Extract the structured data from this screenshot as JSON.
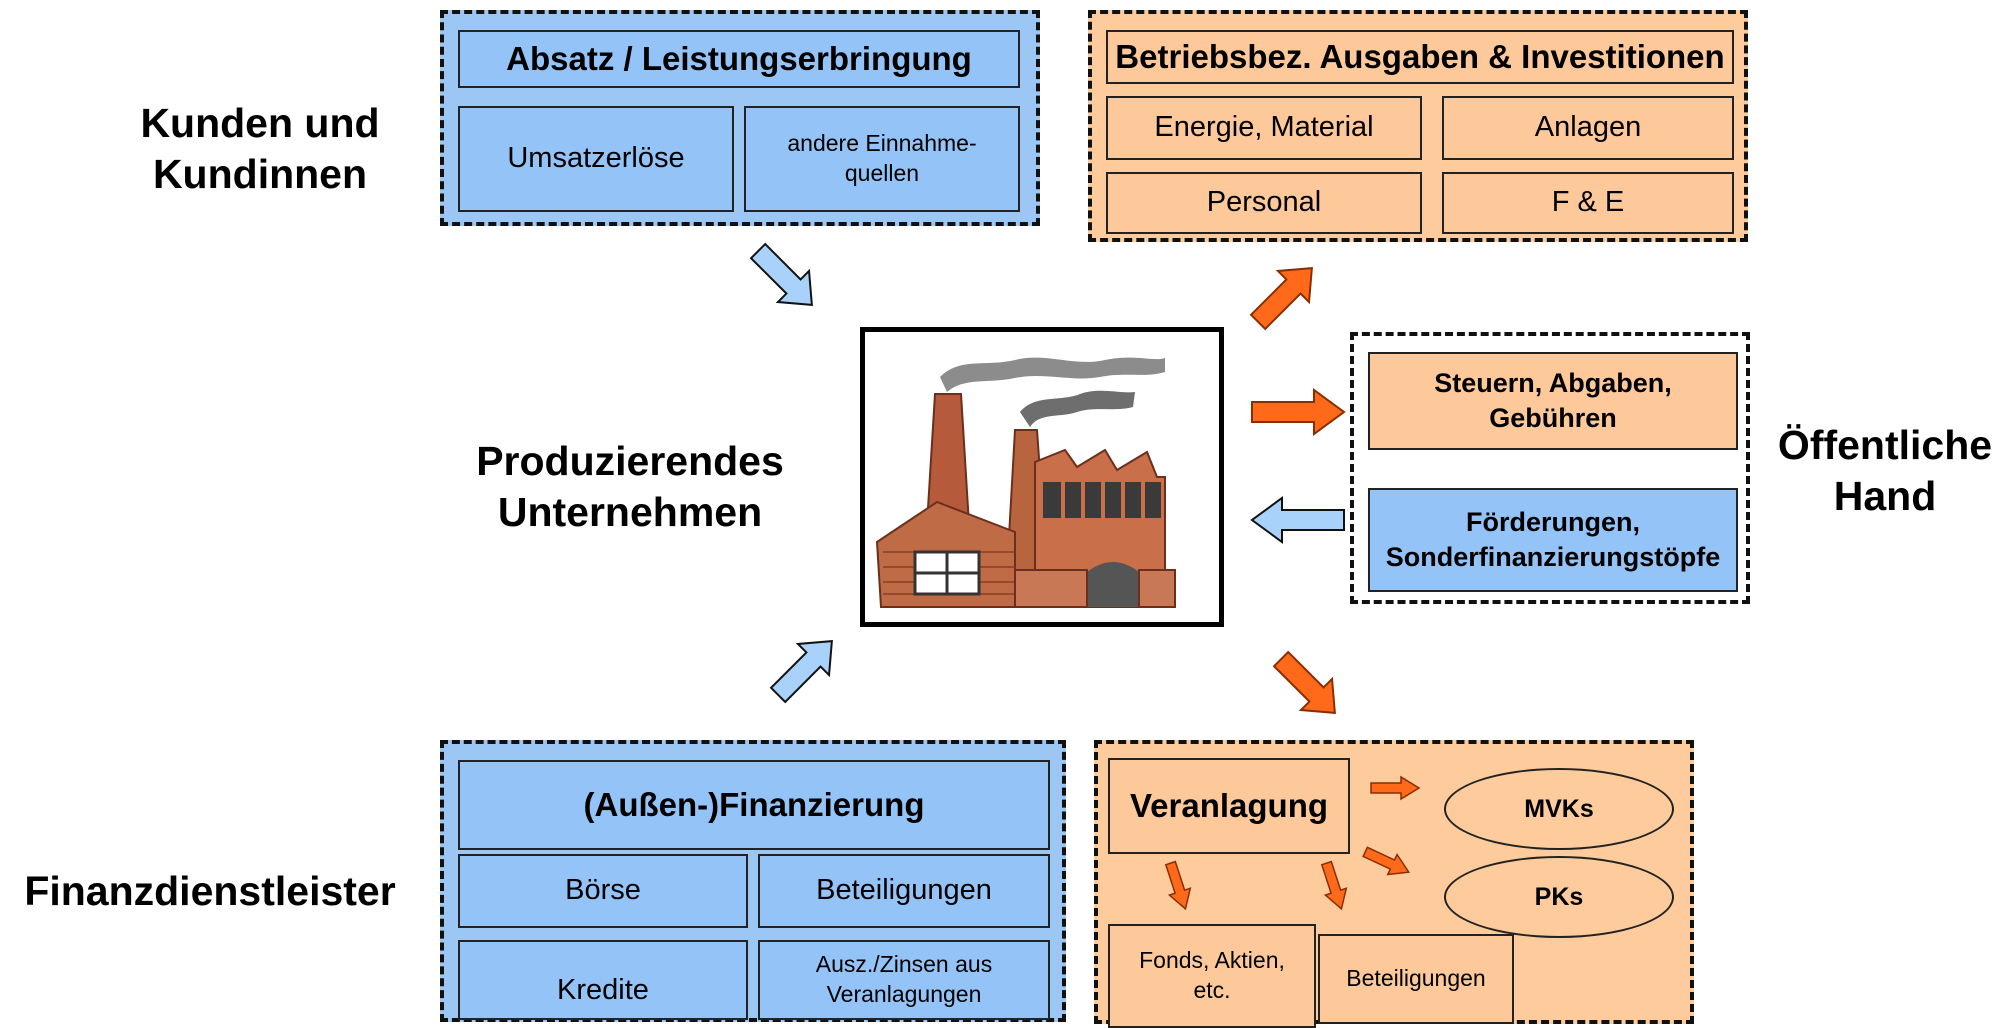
{
  "colors": {
    "blue_fill": "#9cc7f5",
    "orange_fill": "#fdcb9c",
    "arrow_blue": "#a9d2fb",
    "arrow_orange": "#ff6a1a"
  },
  "labels": {
    "kunden": "Kunden und\nKundinnen",
    "unternehmen": "Produzierendes\nUnternehmen",
    "oeffentliche": "Öffentliche\nHand",
    "finanz": "Finanzdienstleister"
  },
  "absatz": {
    "title": "Absatz / Leistungserbringung",
    "umsatz": "Umsatzerlöse",
    "andere": "andere Einnahme-\nquellen"
  },
  "ausgaben": {
    "title": "Betriebsbez. Ausgaben & Investitionen",
    "energie": "Energie, Material",
    "anlagen": "Anlagen",
    "personal": "Personal",
    "fue": "F & E"
  },
  "oeffentlich": {
    "steuern": "Steuern, Abgaben,\nGebühren",
    "foerderungen": "Förderungen,\nSonderfinanzierungstöpfe"
  },
  "finanzierung": {
    "title": "(Außen-)Finanzierung",
    "boerse": "Börse",
    "beteiligungen": "Beteiligungen",
    "kredite": "Kredite",
    "ausz": "Ausz./Zinsen aus\nVeranlagungen"
  },
  "veranlagung": {
    "title": "Veranlagung",
    "mvks": "MVKs",
    "pks": "PKs",
    "fonds": "Fonds, Aktien,\netc.",
    "beteiligungen": "Beteiligungen"
  },
  "icons": {
    "factory": "factory-illustration-icon"
  }
}
